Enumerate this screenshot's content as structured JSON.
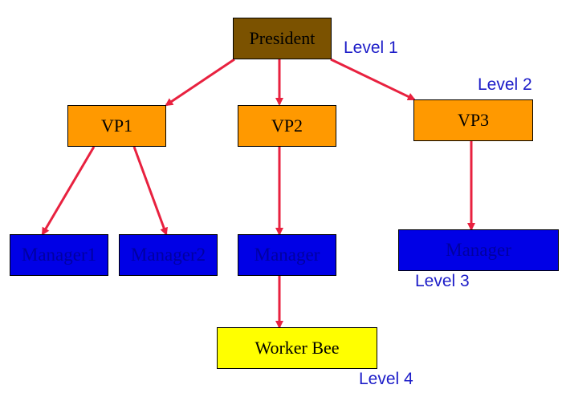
{
  "colors": {
    "president_fill": "#7b5200",
    "vp_fill": "#ff9900",
    "manager_fill": "#0000e6",
    "manager_text": "#0000a0",
    "worker_fill": "#ffff00",
    "arrow": "#e8213f",
    "level_text": "#1c1cc8"
  },
  "nodes": {
    "president": "President",
    "vp1": "VP1",
    "vp2": "VP2",
    "vp3": "VP3",
    "manager1": "Manager1",
    "manager2": "Manager2",
    "manager_vp2": "Manager",
    "manager_vp3": "Manager",
    "worker": "Worker Bee"
  },
  "levels": {
    "level1": "Level 1",
    "level2": "Level 2",
    "level3": "Level 3",
    "level4": "Level 4"
  },
  "edges": [
    [
      "president",
      "vp1"
    ],
    [
      "president",
      "vp2"
    ],
    [
      "president",
      "vp3"
    ],
    [
      "vp1",
      "manager1"
    ],
    [
      "vp1",
      "manager2"
    ],
    [
      "vp2",
      "manager_vp2"
    ],
    [
      "vp3",
      "manager_vp3"
    ],
    [
      "manager_vp2",
      "worker"
    ]
  ]
}
